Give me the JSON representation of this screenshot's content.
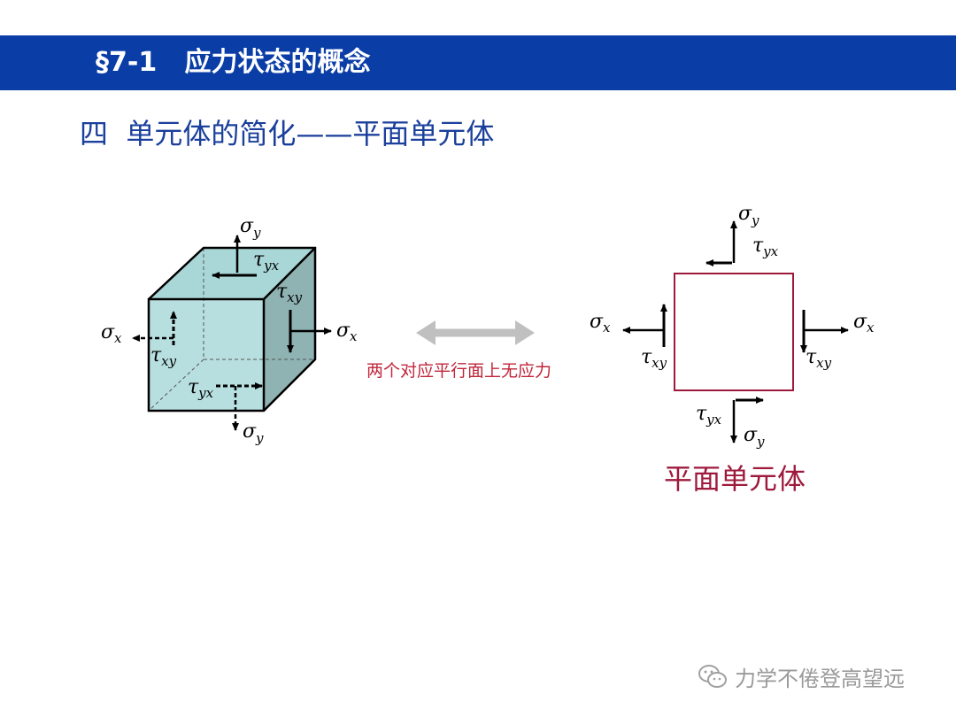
{
  "header": {
    "title": "§7-1   应力状态的概念"
  },
  "subtitle": "四  单元体的简化——平面单元体",
  "middle_note": "两个对应平行面上无应力",
  "plane_caption": "平面单元体",
  "watermark": {
    "text": "力学不倦登高望远"
  },
  "symbols": {
    "sigma": "σ",
    "tau": "τ",
    "x": "x",
    "y": "y",
    "xy": "xy",
    "yx": "yx"
  },
  "colors": {
    "header_bg": "#0a3da6",
    "subtitle": "#1a3f9c",
    "cube_fill": "#b7dede",
    "square_border": "#9e1a3d",
    "double_arrow": "#c0c0c0"
  }
}
